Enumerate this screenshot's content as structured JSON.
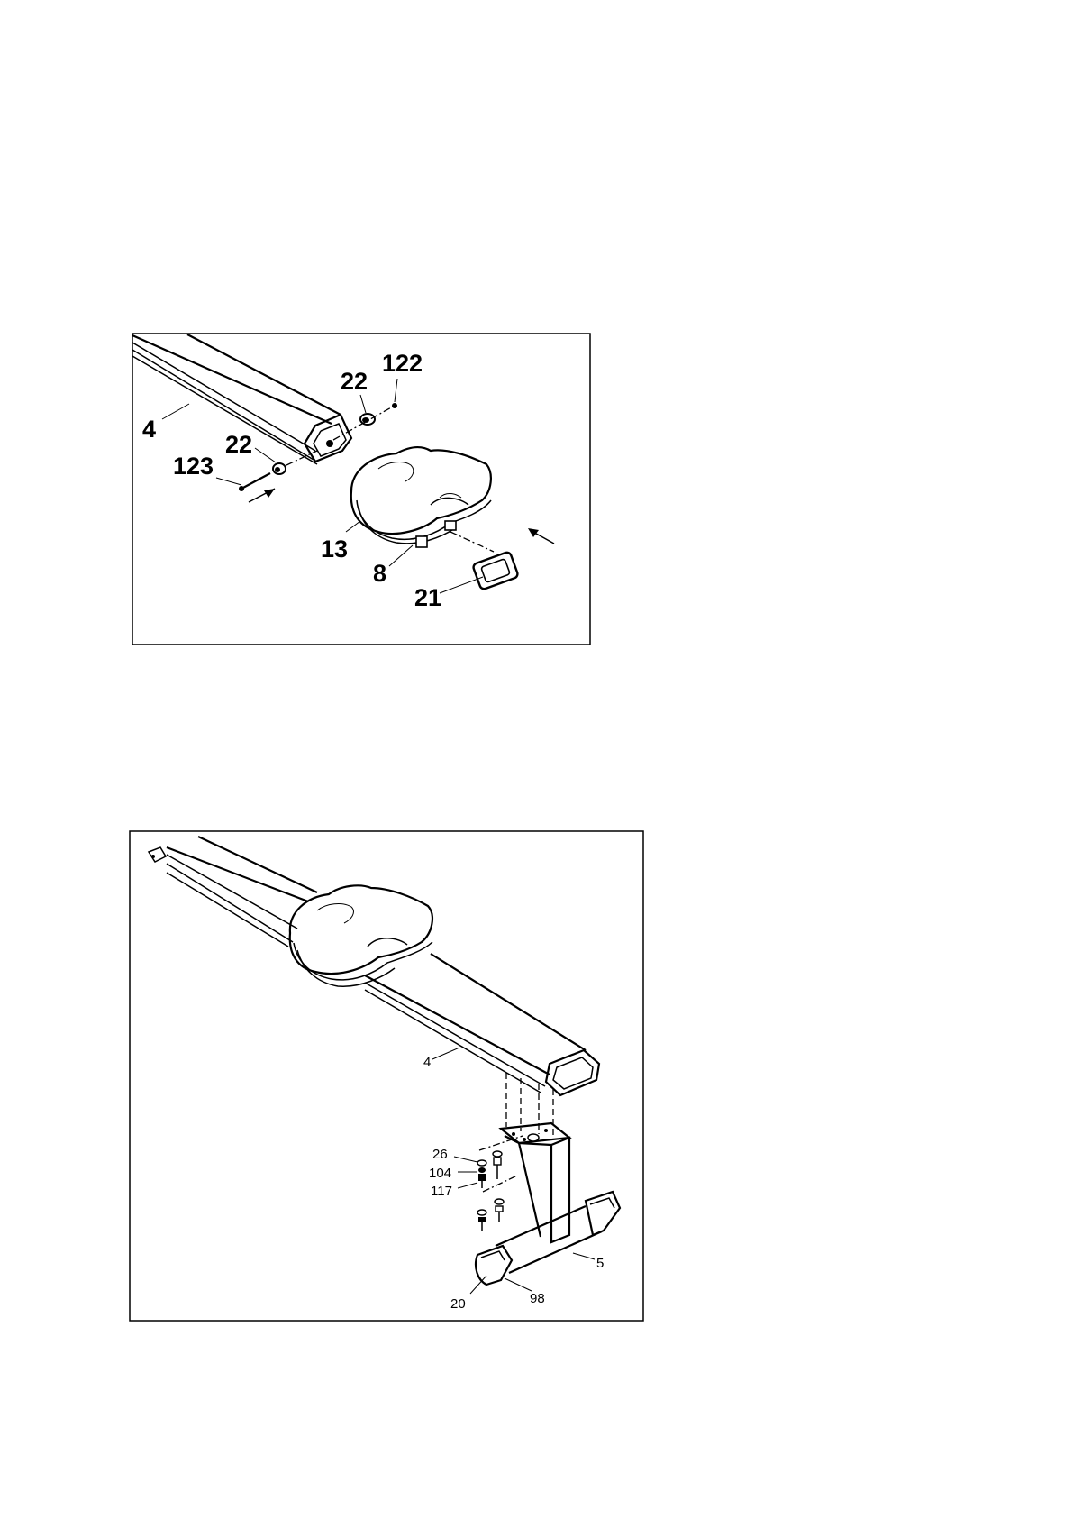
{
  "figures": [
    {
      "labels": {
        "rail": "4",
        "spacer_top": "22",
        "bolt_top": "122",
        "spacer_left": "22",
        "bolt_left": "123",
        "seat": "13",
        "roller": "8",
        "end_cap": "21"
      }
    },
    {
      "labels": {
        "rail": "4",
        "washer": "26",
        "spring_washer": "104",
        "screw": "117",
        "front_stabilizer": "5",
        "end_cap_foot": "20",
        "screw_foot": "98"
      }
    }
  ]
}
